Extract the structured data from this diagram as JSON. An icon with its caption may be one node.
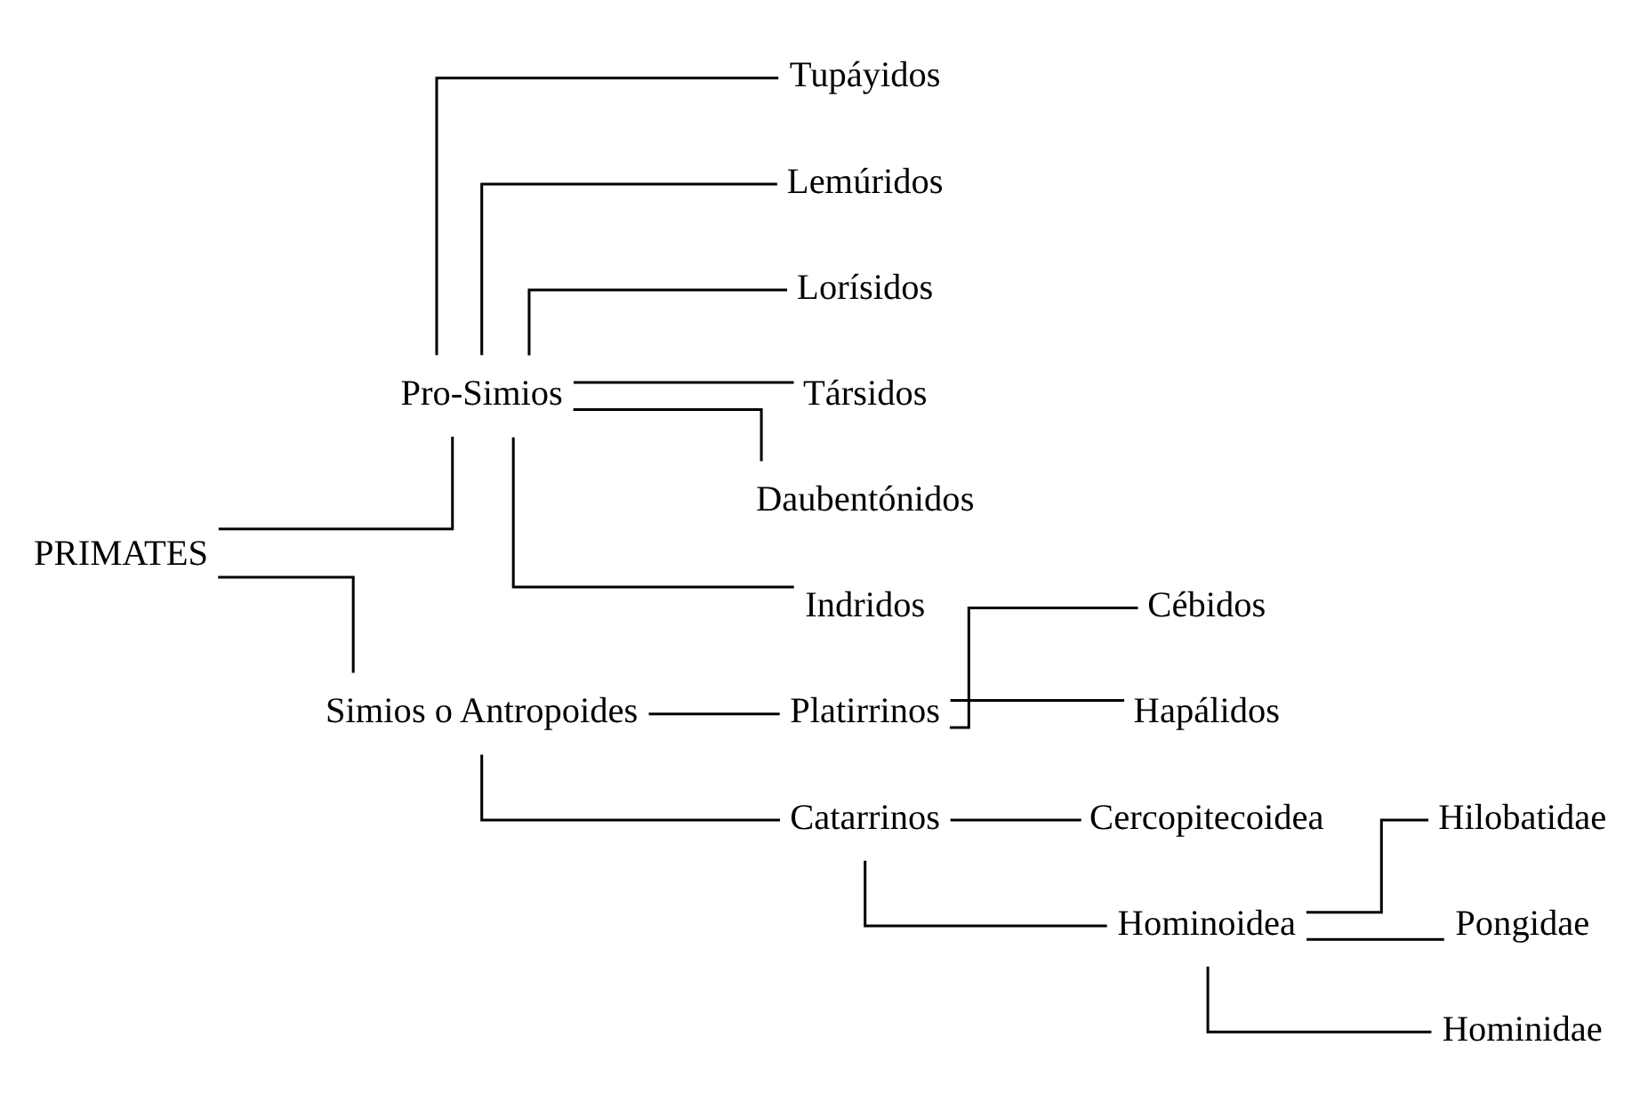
{
  "diagram": {
    "nodes": [
      {
        "text": [
          "PRIMATES"
        ]
      },
      {
        "text": [
          "Pro-Simios"
        ]
      },
      {
        "text": [
          "Tupáyidos"
        ]
      },
      {
        "text": [
          "Lemúridos"
        ]
      },
      {
        "text": [
          "Lorísidos"
        ]
      },
      {
        "text": [
          "Társidos"
        ]
      },
      {
        "text": [
          "Daubentónidos"
        ]
      },
      {
        "text": [
          "Indridos"
        ]
      },
      {
        "text": [
          "Simios o Antropoides"
        ]
      },
      {
        "text": [
          "Platirrinos"
        ]
      },
      {
        "text": [
          "Cébidos"
        ]
      },
      {
        "text": [
          "Hapálidos"
        ]
      },
      {
        "text": [
          "Catarrinos"
        ]
      },
      {
        "text": [
          "Cercopitecoidea"
        ]
      },
      {
        "text": [
          "Hominoidea"
        ]
      },
      {
        "text": [
          "Hilobatidae"
        ]
      },
      {
        "text": [
          "Pongidae"
        ]
      },
      {
        "text": [
          "Hominidae"
        ]
      }
    ],
    "edges": [
      {
        "from": 0,
        "to": 1,
        "arrow": "none"
      },
      {
        "from": 0,
        "to": 8,
        "arrow": "none"
      },
      {
        "from": 1,
        "to": 2,
        "arrow": "none"
      },
      {
        "from": 1,
        "to": 3,
        "arrow": "none"
      },
      {
        "from": 1,
        "to": 4,
        "arrow": "none"
      },
      {
        "from": 1,
        "to": 5,
        "arrow": "none"
      },
      {
        "from": 1,
        "to": 6,
        "arrow": "none"
      },
      {
        "from": 1,
        "to": 7,
        "arrow": "none"
      },
      {
        "from": 8,
        "to": 9,
        "arrow": "none"
      },
      {
        "from": 8,
        "to": 12,
        "arrow": "none"
      },
      {
        "from": 9,
        "to": 10,
        "arrow": "none"
      },
      {
        "from": 9,
        "to": 11,
        "arrow": "none"
      },
      {
        "from": 12,
        "to": 13,
        "arrow": "none"
      },
      {
        "from": 12,
        "to": 14,
        "arrow": "none"
      },
      {
        "from": 14,
        "to": 15,
        "arrow": "none"
      },
      {
        "from": 14,
        "to": 16,
        "arrow": "none"
      },
      {
        "from": 14,
        "to": 17,
        "arrow": "none"
      }
    ]
  }
}
